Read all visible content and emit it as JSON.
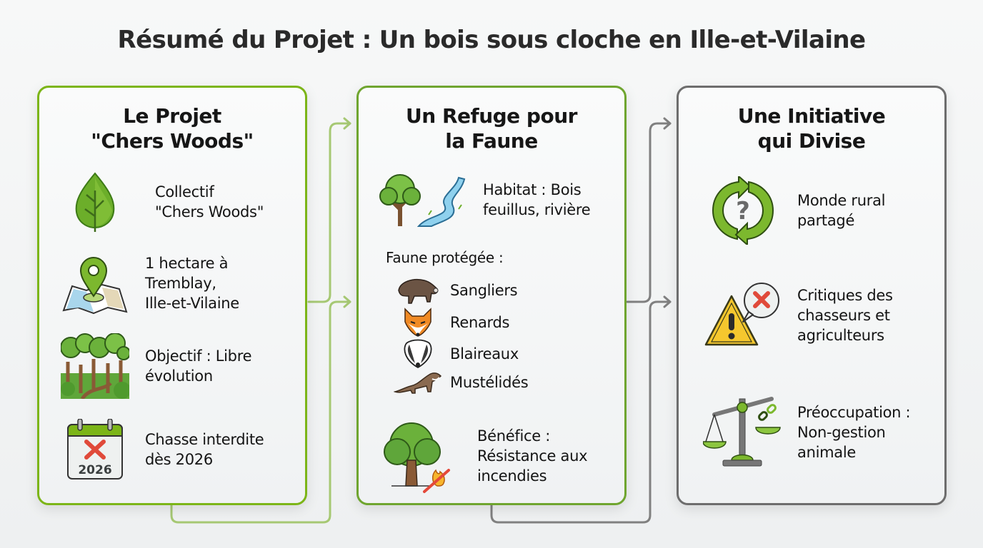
{
  "title": "Résumé du Projet : Un bois sous cloche en Ille-et-Vilaine",
  "colors": {
    "green_border": "#7cb518",
    "gray_border": "#6d6d6d",
    "connector_green": "#a6c873",
    "connector_gray": "#808080",
    "background": "#f3f4f5"
  },
  "cards": [
    {
      "title_line1": "Le Projet",
      "title_line2": "\"Chers Woods\"",
      "items": [
        {
          "icon": "leaf-icon",
          "line1": "Collectif",
          "line2": "\"Chers Woods\"",
          "line3": ""
        },
        {
          "icon": "map-pin-icon",
          "line1": "1 hectare à",
          "line2": "Tremblay,",
          "line3": "Ille-et-Vilaine"
        },
        {
          "icon": "forest-icon",
          "line1": "Objectif : Libre",
          "line2": "évolution",
          "line3": ""
        },
        {
          "icon": "calendar-x-icon",
          "line1": "Chasse interdite",
          "line2": "dès 2026",
          "line3": "",
          "icon_text": "2026"
        }
      ]
    },
    {
      "title_line1": "Un Refuge pour",
      "title_line2": "la Faune",
      "habitat": {
        "icon": "tree-river-icon",
        "line1": "Habitat : Bois",
        "line2": "feuillus, rivière"
      },
      "fauna_label": "Faune protégée :",
      "animals": [
        {
          "icon": "boar-icon",
          "label": "Sangliers"
        },
        {
          "icon": "fox-icon",
          "label": "Renards"
        },
        {
          "icon": "badger-icon",
          "label": "Blaireaux"
        },
        {
          "icon": "weasel-icon",
          "label": "Mustélidés"
        }
      ],
      "benefit": {
        "icon": "tree-no-fire-icon",
        "line1": "Bénéfice :",
        "line2": "Résistance aux",
        "line3": "incendies"
      }
    },
    {
      "title_line1": "Une Initiative",
      "title_line2": "qui Divise",
      "items": [
        {
          "icon": "cycle-question-icon",
          "line1": "Monde rural",
          "line2": "partagé",
          "line3": ""
        },
        {
          "icon": "warning-x-icon",
          "line1": "Critiques des",
          "line2": "chasseurs et",
          "line3": "agriculteurs"
        },
        {
          "icon": "scale-broken-chain-icon",
          "line1": "Préoccupation :",
          "line2": "Non-gestion",
          "line3": "animale"
        }
      ]
    }
  ]
}
